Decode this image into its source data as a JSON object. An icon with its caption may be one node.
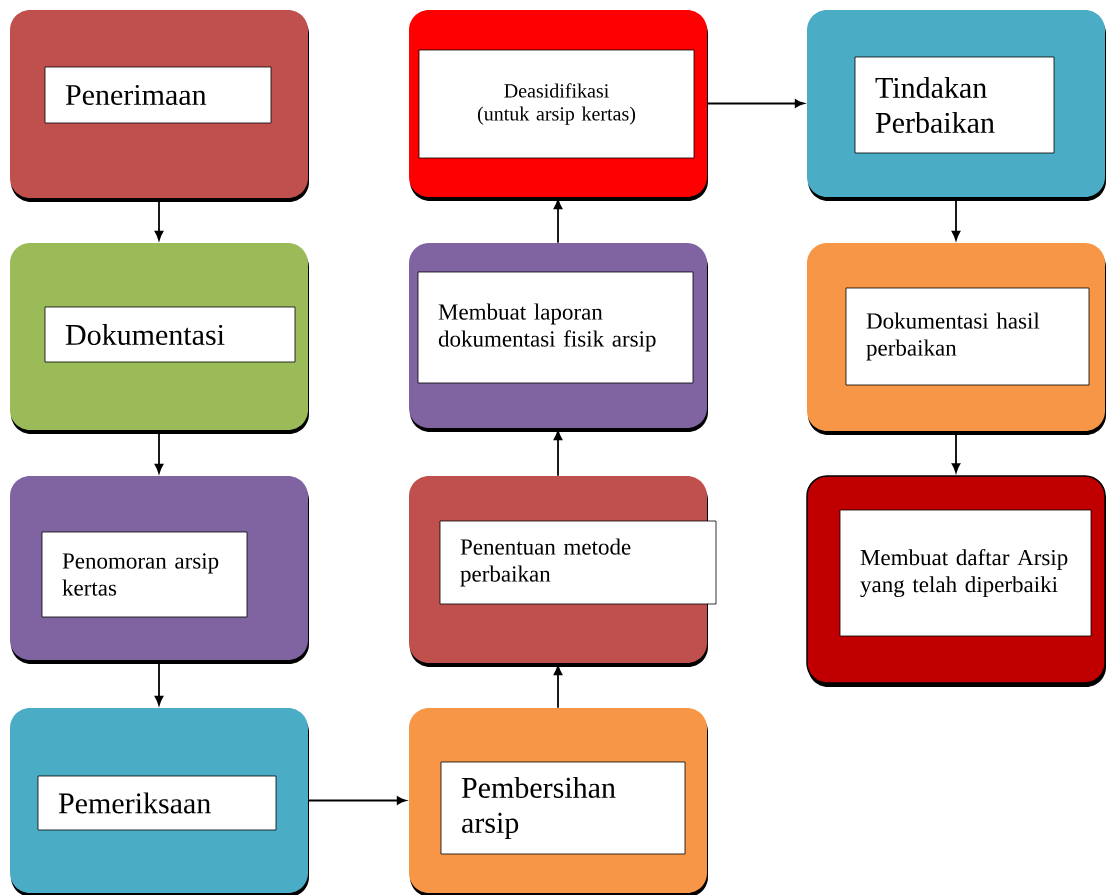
{
  "diagram": {
    "nodes": [
      {
        "text": [
          "Penerimaan"
        ]
      },
      {
        "text": [
          "Dokumentasi"
        ]
      },
      {
        "text": [
          "Penomoran arsip kertas"
        ]
      },
      {
        "text": [
          "Pemeriksaan"
        ]
      },
      {
        "text": [
          "Pembersihan arsip"
        ]
      },
      {
        "text": [
          "Penentuan metode perbaikan"
        ]
      },
      {
        "text": [
          "Membuat laporan dokumentasi fisik arsip"
        ]
      },
      {
        "text": [
          "Deasidifikasi (untuk arsip kertas)"
        ]
      },
      {
        "text": [
          "Tindakan Perbaikan"
        ]
      },
      {
        "text": [
          "Dokumentasi hasil perbaikan"
        ]
      },
      {
        "text": [
          "Membuat daftar Arsip yang telah diperbaiki"
        ]
      }
    ],
    "edges": [
      {
        "from": 0,
        "to": 1,
        "arrow": "to"
      },
      {
        "from": 1,
        "to": 2,
        "arrow": "to"
      },
      {
        "from": 2,
        "to": 3,
        "arrow": "to"
      },
      {
        "from": 3,
        "to": 4,
        "arrow": "to"
      },
      {
        "from": 4,
        "to": 5,
        "arrow": "to"
      },
      {
        "from": 5,
        "to": 6,
        "arrow": "to"
      },
      {
        "from": 6,
        "to": 7,
        "arrow": "to"
      },
      {
        "from": 7,
        "to": 8,
        "arrow": "to"
      },
      {
        "from": 8,
        "to": 9,
        "arrow": "to"
      },
      {
        "from": 9,
        "to": 10,
        "arrow": "to"
      }
    ]
  }
}
